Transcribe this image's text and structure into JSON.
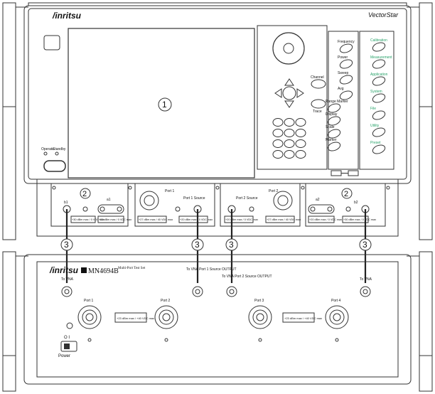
{
  "vna": {
    "brand": "/inritsu",
    "series": "VectorStar",
    "screen_callout": "1",
    "keys_left": [
      "Frequency",
      "Power",
      "Sweep",
      "Avg"
    ],
    "keys_right": [
      "Calibration",
      "Measurement",
      "Application",
      "System",
      "File",
      "Utility",
      "Preset"
    ],
    "keys_mid": [
      "Range Marker",
      "Display",
      "Scale",
      "Marker"
    ],
    "channel_label": "Channel",
    "trace_label": "Trace",
    "left_led_labels": [
      "Operate",
      "Standby"
    ],
    "modules": {
      "a1_label": "a1",
      "b1_label": "b1",
      "port1_label": "Port 1",
      "port1_source_label": "Port 1 Source",
      "port2_label": "Port 2",
      "port2_source_label": "Port 2 Source",
      "a2_label": "a2",
      "b2_label": "b2",
      "spec_labels": [
        "+30 dBm max / 0 VDC max",
        "+20 dBm max / 0 VDC max",
        "+27 dBm max / 40 VDC max",
        "+30 dBm max / 0 VDC max"
      ],
      "callout_2": "2"
    }
  },
  "cables": [
    {
      "callout": "3"
    },
    {
      "callout": "3"
    },
    {
      "callout": "3"
    },
    {
      "callout": "3"
    }
  ],
  "mn": {
    "brand": "/inritsu",
    "model": "MN4694B",
    "model_sub": "Multi-Port Test Set",
    "to_vna_1": "To VNA",
    "port1_source_output": "To VNA Port 1 Source OUTPUT",
    "port2_source_output": "To VNA Port 2 Source OUTPUT",
    "to_vna_4": "To VNA",
    "ports": [
      "Port 1",
      "Port 2",
      "Port 3",
      "Port 4"
    ],
    "warning_1": "+23 dBm max / +40 VDC max",
    "warning_2": "+23 dBm max / +40 VDC max",
    "power_label": "Power",
    "power_symbols": "O I"
  }
}
